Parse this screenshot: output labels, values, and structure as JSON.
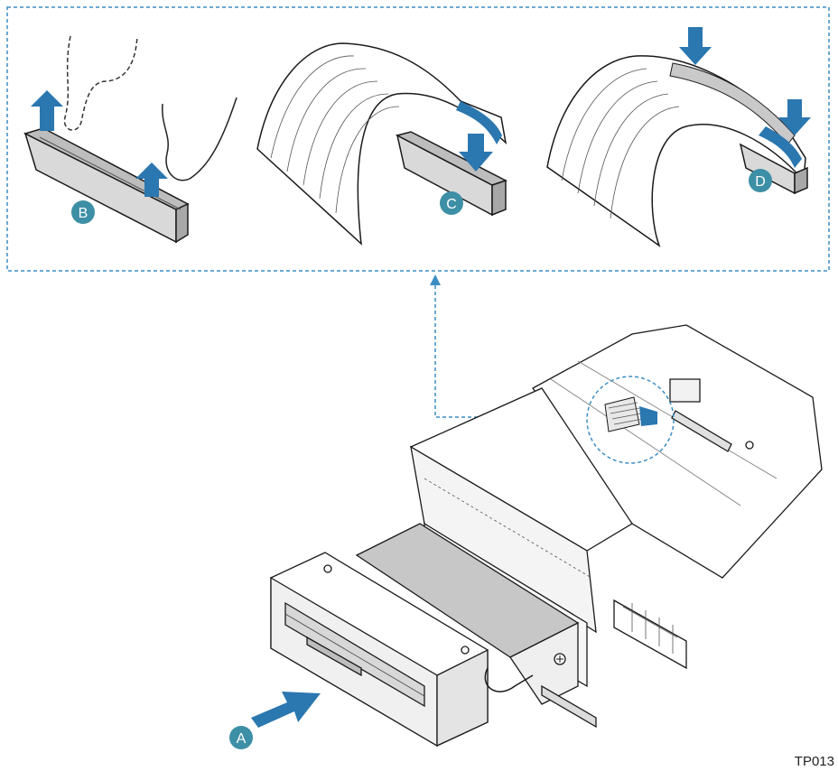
{
  "callouts": {
    "a": "A",
    "b": "B",
    "c": "C",
    "d": "D"
  },
  "figure_id": "TP013",
  "colors": {
    "accent_blue": "#2b77b0",
    "callout_teal": "#3d8fa6",
    "outline": "#1a1a1a",
    "connector_gray": "#d0d0d0",
    "drive_gray": "#c7c7c7",
    "dashed_border": "#3b8ec4"
  },
  "icons": [
    "up-arrow-icon",
    "down-arrow-icon",
    "right-arrow-icon"
  ]
}
